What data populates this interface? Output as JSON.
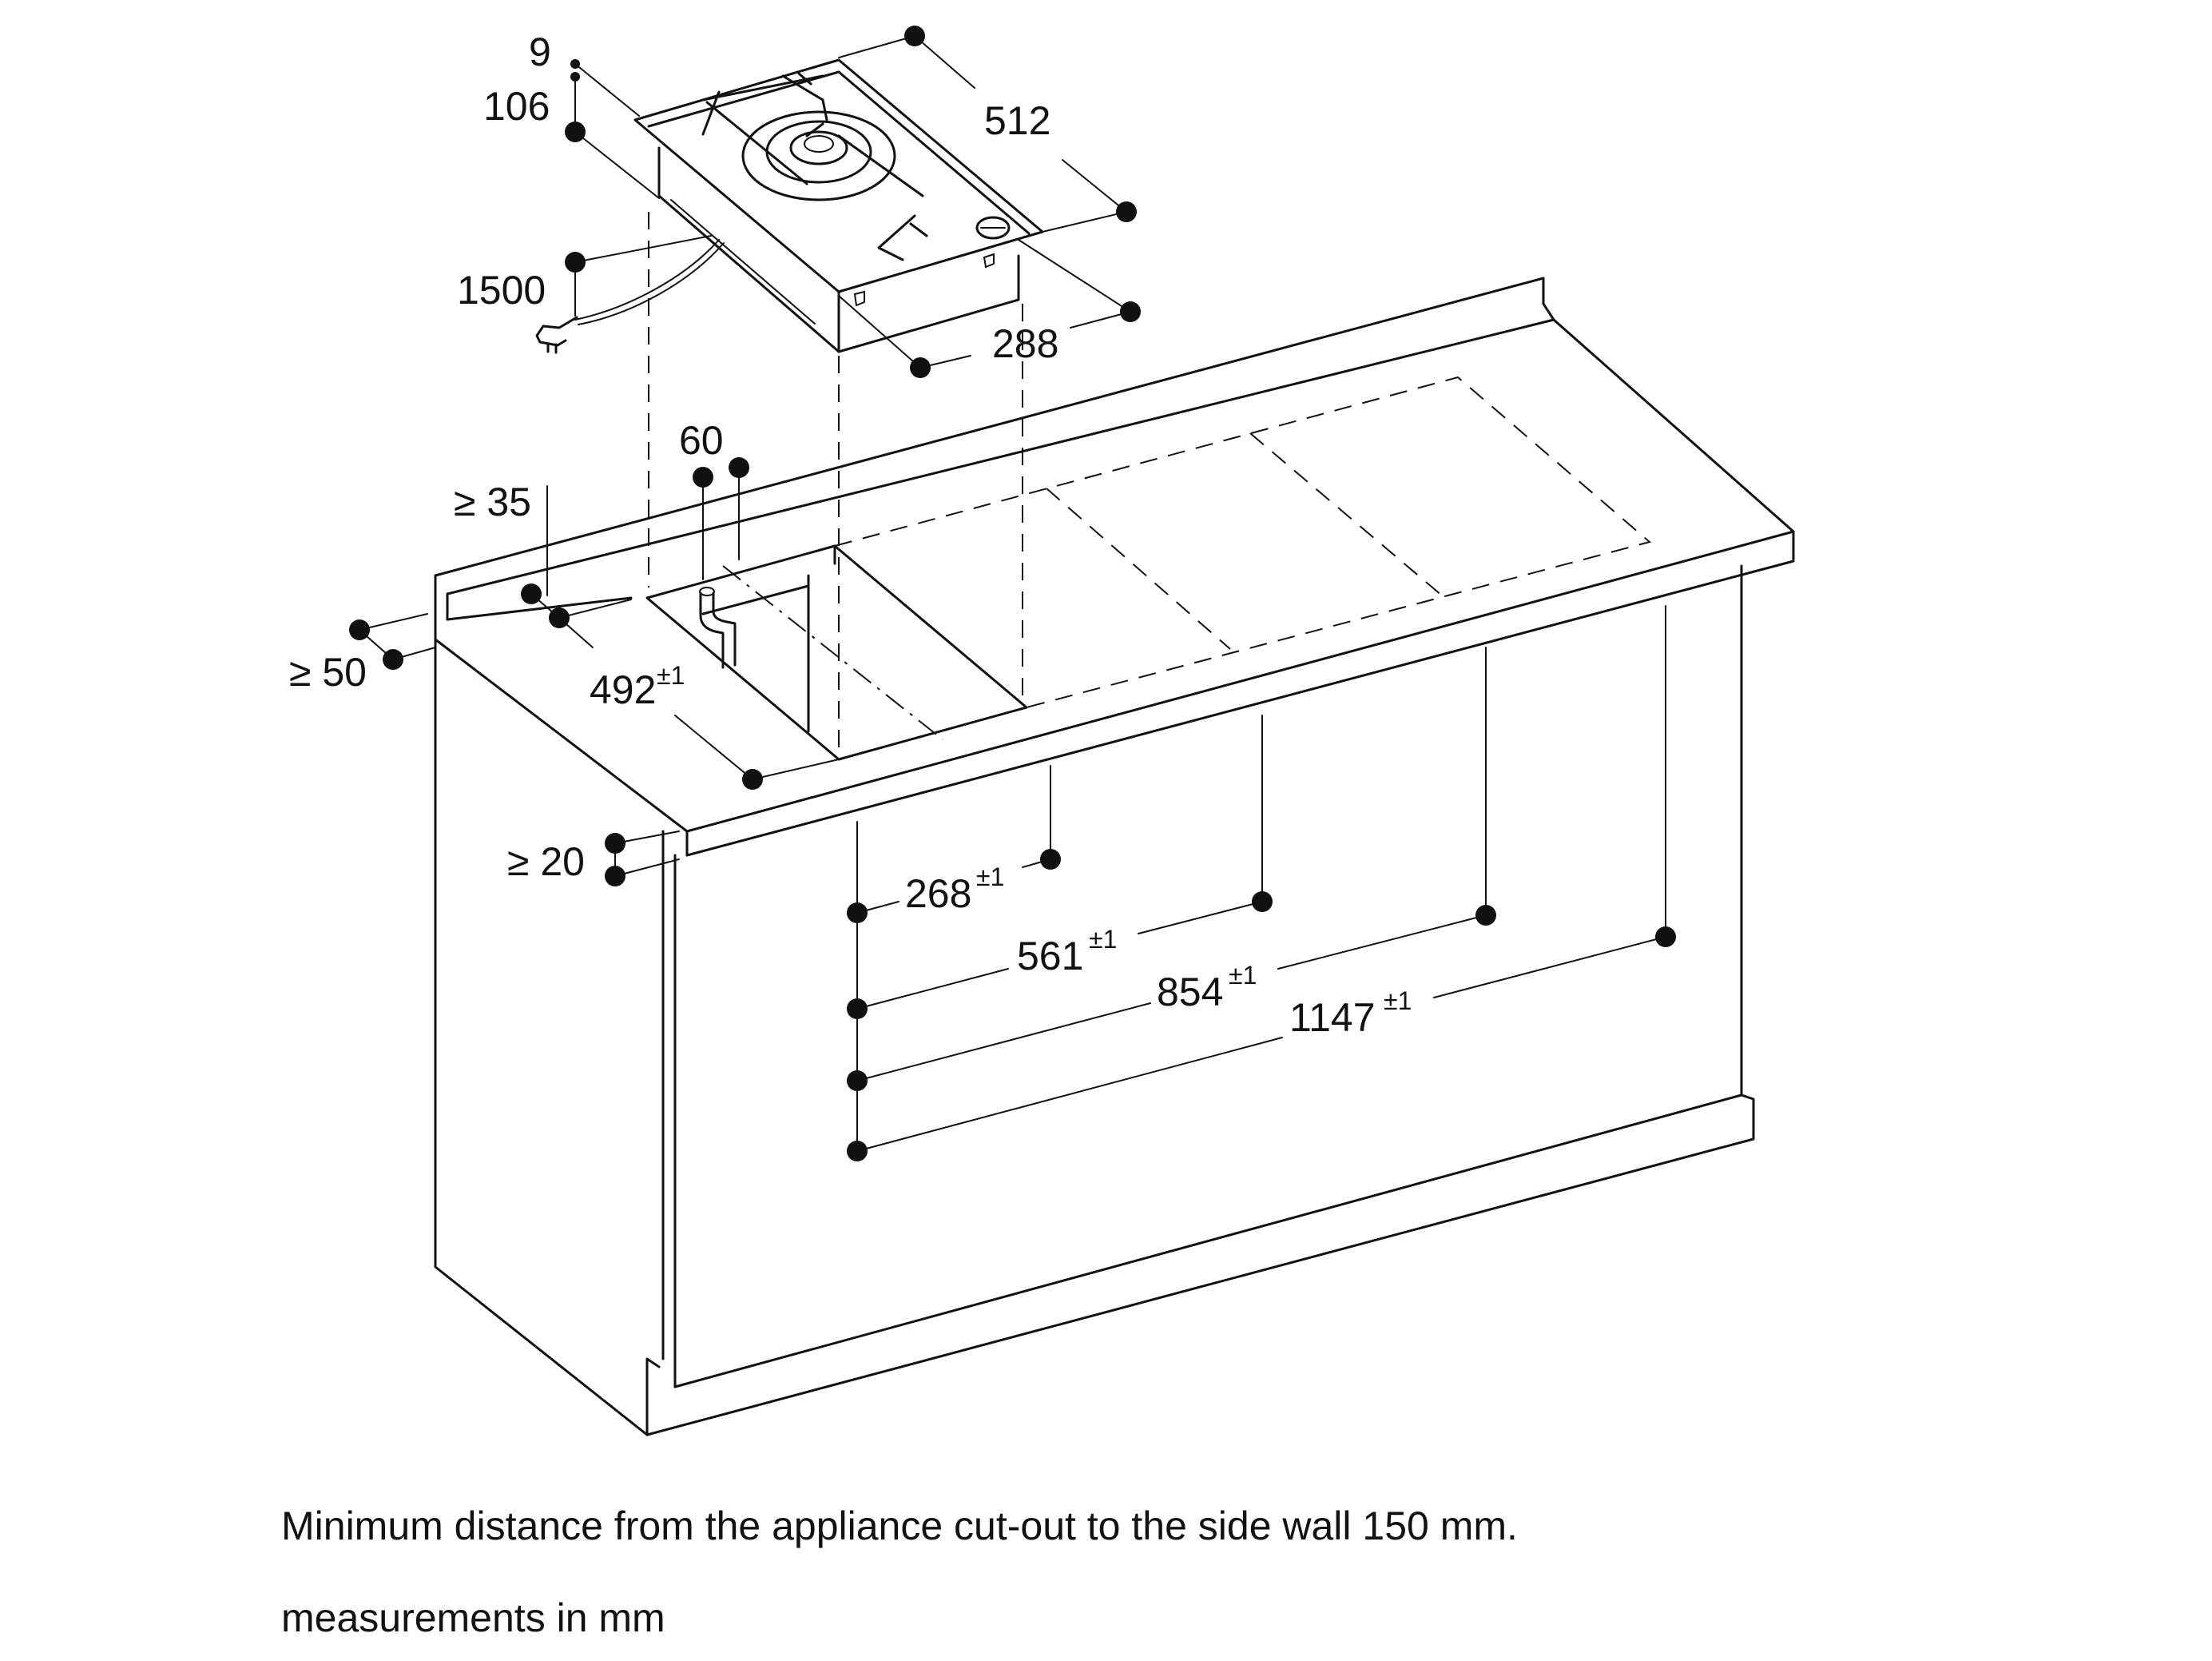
{
  "hob_dimensions": {
    "depth": "512",
    "width": "288",
    "frame_height": "9",
    "body_height": "106",
    "cable_length": "1500"
  },
  "cutout_dimensions": {
    "back_edge_min": "≥ 35",
    "front_edge_min": "≥ 50",
    "pipe_offset": "60",
    "cutout_depth": "492",
    "cutout_depth_tol": "±1",
    "worktop_thickness_min": "≥ 20"
  },
  "cutout_widths": [
    {
      "value": "268",
      "tol": "±1"
    },
    {
      "value": "561",
      "tol": "±1"
    },
    {
      "value": "854",
      "tol": "±1"
    },
    {
      "value": "1147",
      "tol": "±1"
    }
  ],
  "notes": {
    "side_wall": "Minimum distance from the appliance cut-out to the side wall 150 mm.",
    "units": "measurements in mm"
  }
}
